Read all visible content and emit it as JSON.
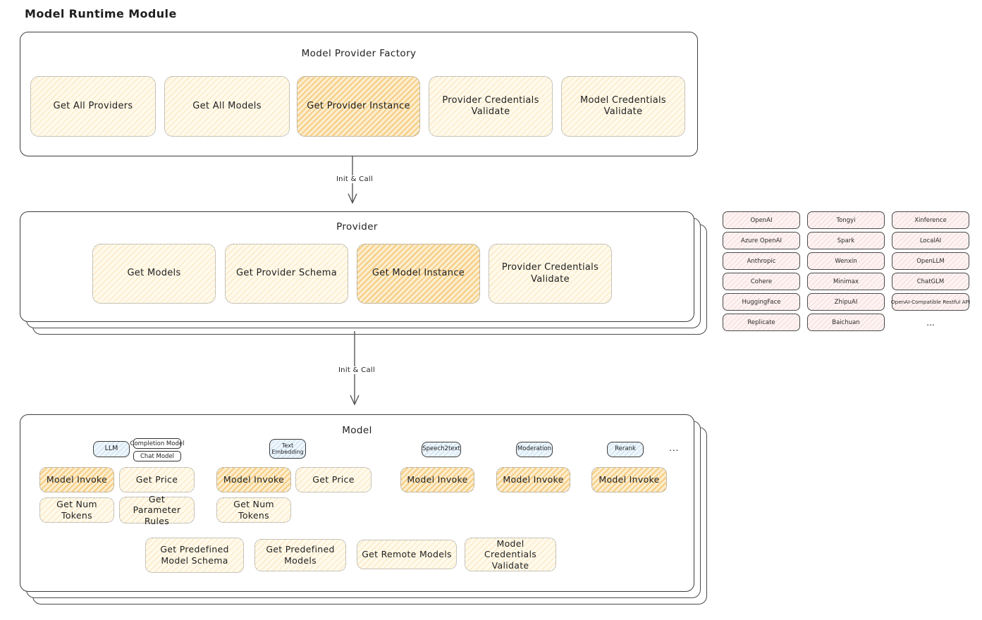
{
  "page_title": "Model Runtime Module",
  "factory": {
    "title": "Model Provider Factory",
    "items": [
      {
        "label": "Get All Providers",
        "highlighted": false
      },
      {
        "label": "Get All Models",
        "highlighted": false
      },
      {
        "label": "Get Provider Instance",
        "highlighted": true
      },
      {
        "label": "Provider Credentials Validate",
        "highlighted": false
      },
      {
        "label": "Model Credentials Validate",
        "highlighted": false
      }
    ]
  },
  "arrows": {
    "init_call_label": "Init & Call"
  },
  "provider": {
    "title": "Provider",
    "items": [
      {
        "label": "Get Models",
        "highlighted": false
      },
      {
        "label": "Get Provider Schema",
        "highlighted": false
      },
      {
        "label": "Get Model Instance",
        "highlighted": true
      },
      {
        "label": "Provider Credentials Validate",
        "highlighted": false
      }
    ]
  },
  "provider_grid": {
    "items": [
      "OpenAI",
      "Tongyi",
      "Xinference",
      "Azure OpenAI",
      "Spark",
      "LocalAI",
      "Anthropic",
      "Wenxin",
      "OpenLLM",
      "Cohere",
      "Minimax",
      "ChatGLM",
      "HuggingFace",
      "ZhipuAI",
      "OpenAI-Compatible Restful API",
      "Replicate",
      "Baichuan"
    ],
    "more": "..."
  },
  "model": {
    "title": "Model",
    "types": {
      "llm": "LLM",
      "completion_model": "Completion Model",
      "chat_model": "Chat Model",
      "text_embedding": "Text Embedding",
      "speech2text": "Speech2text",
      "moderation": "Moderation",
      "rerank": "Rerank",
      "more": "..."
    },
    "actions": {
      "model_invoke": "Model Invoke",
      "get_price": "Get Price",
      "get_num_tokens": "Get Num Tokens",
      "get_parameter_rules": "Get Parameter Rules",
      "get_predefined_model_schema": "Get Predefined Model Schema",
      "get_predefined_models": "Get Predefined Models",
      "get_remote_models": "Get Remote Models",
      "model_credentials_validate": "Model Credentials Validate"
    }
  },
  "colors": {
    "node_fill": "#fffaeb",
    "node_hatch": "#f3c06a",
    "highlight_fill": "#fcedcd",
    "highlight_hatch": "#f0a830",
    "type_tag_fill": "#eef6fc",
    "type_tag_hatch": "#7fb3d9",
    "provider_cell_fill": "#fdf3f3",
    "provider_cell_hatch": "#e18282",
    "container_border": "#3d3d3d",
    "dotted_border": "#8f8f8f"
  }
}
